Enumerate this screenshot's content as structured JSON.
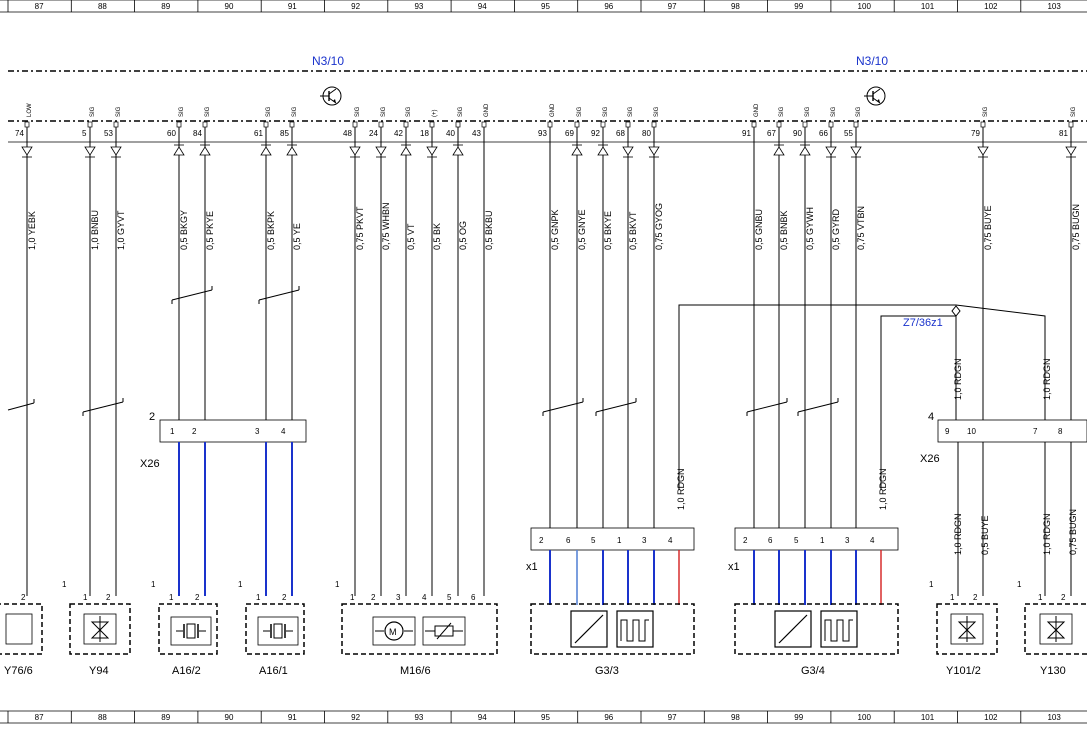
{
  "grid_columns": [
    "87",
    "88",
    "89",
    "90",
    "91",
    "92",
    "93",
    "94",
    "95",
    "96",
    "97",
    "98",
    "99",
    "100",
    "101",
    "102",
    "103"
  ],
  "bus_labels": [
    "N3/10",
    "N3/10"
  ],
  "top_pins": [
    {
      "num": "74",
      "sig": "LOW",
      "wire": "1,0 YEBK",
      "arrow": "down"
    },
    {
      "num": "5",
      "sig": "SIG",
      "wire": "1,0 BNBU",
      "arrow": "down"
    },
    {
      "num": "53",
      "sig": "SIG",
      "wire": "1,0 GYVT",
      "arrow": "down"
    },
    {
      "num": "60",
      "sig": "SIG",
      "wire": "0,5 BKGY",
      "arrow": "up"
    },
    {
      "num": "84",
      "sig": "SIG",
      "wire": "0,5 PKYE",
      "arrow": "up"
    },
    {
      "num": "61",
      "sig": "SIG",
      "wire": "0,5 BKPK",
      "arrow": "up"
    },
    {
      "num": "85",
      "sig": "SIG",
      "wire": "0,5 YE",
      "arrow": "up"
    },
    {
      "num": "48",
      "sig": "SIG",
      "wire": "0,75 PKVT",
      "arrow": "down"
    },
    {
      "num": "24",
      "sig": "SIG",
      "wire": "0,75 WHBN",
      "arrow": "down"
    },
    {
      "num": "42",
      "sig": "SIG",
      "wire": "0,5 VT",
      "arrow": "up"
    },
    {
      "num": "18",
      "sig": "(+)",
      "wire": "0,5 BK",
      "arrow": "down"
    },
    {
      "num": "40",
      "sig": "SIG",
      "wire": "0,5 OG",
      "arrow": "up"
    },
    {
      "num": "43",
      "sig": "GND",
      "wire": "0,5 BKBU",
      "arrow": "none"
    },
    {
      "num": "93",
      "sig": "GND",
      "wire": "0,5 GNPK",
      "arrow": "none"
    },
    {
      "num": "69",
      "sig": "SIG",
      "wire": "0,5 GNYE",
      "arrow": "up"
    },
    {
      "num": "92",
      "sig": "SIG",
      "wire": "0,5 BKYE",
      "arrow": "up"
    },
    {
      "num": "68",
      "sig": "SIG",
      "wire": "0,5 BKVT",
      "arrow": "down"
    },
    {
      "num": "80",
      "sig": "SIG",
      "wire": "0,75 GYOG",
      "arrow": "down"
    },
    {
      "num": "91",
      "sig": "GND",
      "wire": "0,5 GNBU",
      "arrow": "none"
    },
    {
      "num": "67",
      "sig": "SIG",
      "wire": "0,5 BNBK",
      "arrow": "up"
    },
    {
      "num": "90",
      "sig": "SIG",
      "wire": "0,5 GYWH",
      "arrow": "up"
    },
    {
      "num": "66",
      "sig": "SIG",
      "wire": "0,5 GYRD",
      "arrow": "down"
    },
    {
      "num": "55",
      "sig": "SIG",
      "wire": "0,75 VTBN",
      "arrow": "down"
    },
    {
      "num": "79",
      "sig": "SIG",
      "wire": "0,75 BUYE",
      "arrow": "down"
    },
    {
      "num": "81",
      "sig": "SIG",
      "wire": "0,75 BUGN",
      "arrow": "down"
    }
  ],
  "connectors": {
    "x26_left": {
      "label": "X26",
      "number": "2",
      "pins": [
        "1",
        "2",
        "3",
        "4"
      ]
    },
    "x26_right": {
      "label": "X26",
      "number": "4",
      "pins": [
        "9",
        "10",
        "7",
        "8"
      ]
    },
    "x1_a": {
      "label": "x1",
      "pins": [
        "2",
        "6",
        "5",
        "1",
        "3",
        "4"
      ]
    },
    "x1_b": {
      "label": "x1",
      "pins": [
        "2",
        "6",
        "5",
        "1",
        "3",
        "4"
      ]
    }
  },
  "splice": {
    "label": "Z7/36z1"
  },
  "rdgn_wires": [
    "1,0 RDGN",
    "1,0 RDGN",
    "1,0 RDGN",
    "1,0 RDGN",
    "1,0 RDGN",
    "1,0 RDGN"
  ],
  "lower_wires": [
    "0,5 BUYE",
    "0,75 BUGN"
  ],
  "components": [
    {
      "name": "Y76/6",
      "display": "Y76/6",
      "blue": false
    },
    {
      "name": "Y94",
      "display": "Y94",
      "blue": false
    },
    {
      "name": "A16/2",
      "display": "A16/2",
      "blue": true
    },
    {
      "name": "A16/1",
      "display": "A16/1",
      "blue": true
    },
    {
      "name": "M16/6",
      "display": "M16/6",
      "blue": false
    },
    {
      "name": "G3/3",
      "display": "G3/3",
      "blue": false
    },
    {
      "name": "G3/4",
      "display": "G3/4",
      "blue": false
    },
    {
      "name": "Y101/2",
      "display": "Y101/2",
      "blue": false
    },
    {
      "name": "Y130",
      "display": "Y130",
      "blue": false
    }
  ],
  "component_pins": {
    "y76_6": [
      "2"
    ],
    "y94": [
      "1",
      "2",
      "1"
    ],
    "a16_2": [
      "1",
      "2",
      "1"
    ],
    "a16_1": [
      "1",
      "2",
      "1"
    ],
    "m16_6": [
      "1",
      "2",
      "3",
      "4",
      "5",
      "6",
      "1"
    ],
    "y101_2": [
      "1",
      "2",
      "1"
    ],
    "y130": [
      "1",
      "2",
      "1"
    ]
  },
  "colors": {
    "blue_wire": "#1a33cc",
    "red_wire": "#d42020",
    "label_blue": "#1a33cc"
  }
}
